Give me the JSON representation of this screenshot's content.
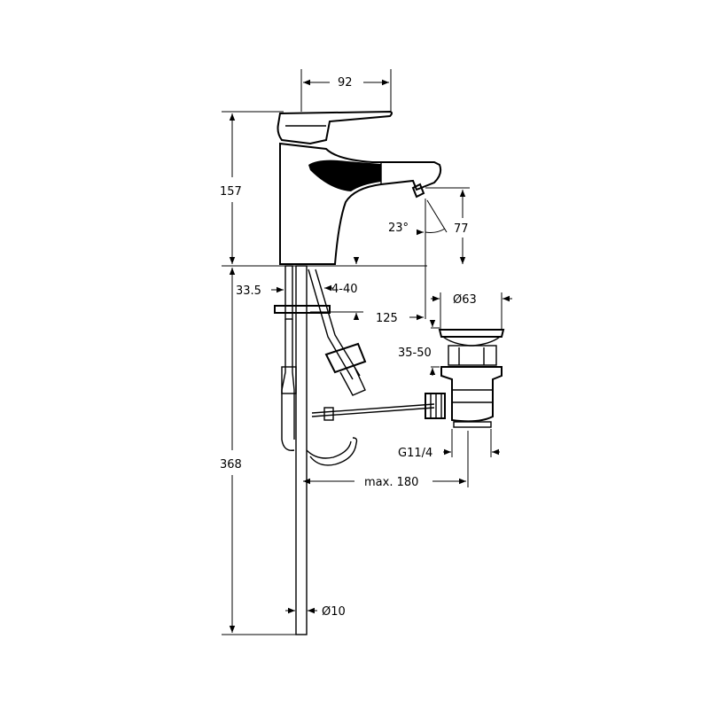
{
  "dimensions": {
    "width_top": "92",
    "height_upper": "157",
    "height_lower": "368",
    "spout_height": "77",
    "spout_angle": "23°",
    "deck_thickness": "33.5",
    "deck_range": "4-40",
    "reach": "125",
    "waste_diameter": "Ø63",
    "waste_range": "35-50",
    "waste_thread": "G11/4",
    "rod_length": "max. 180",
    "pipe_diameter": "Ø10"
  }
}
